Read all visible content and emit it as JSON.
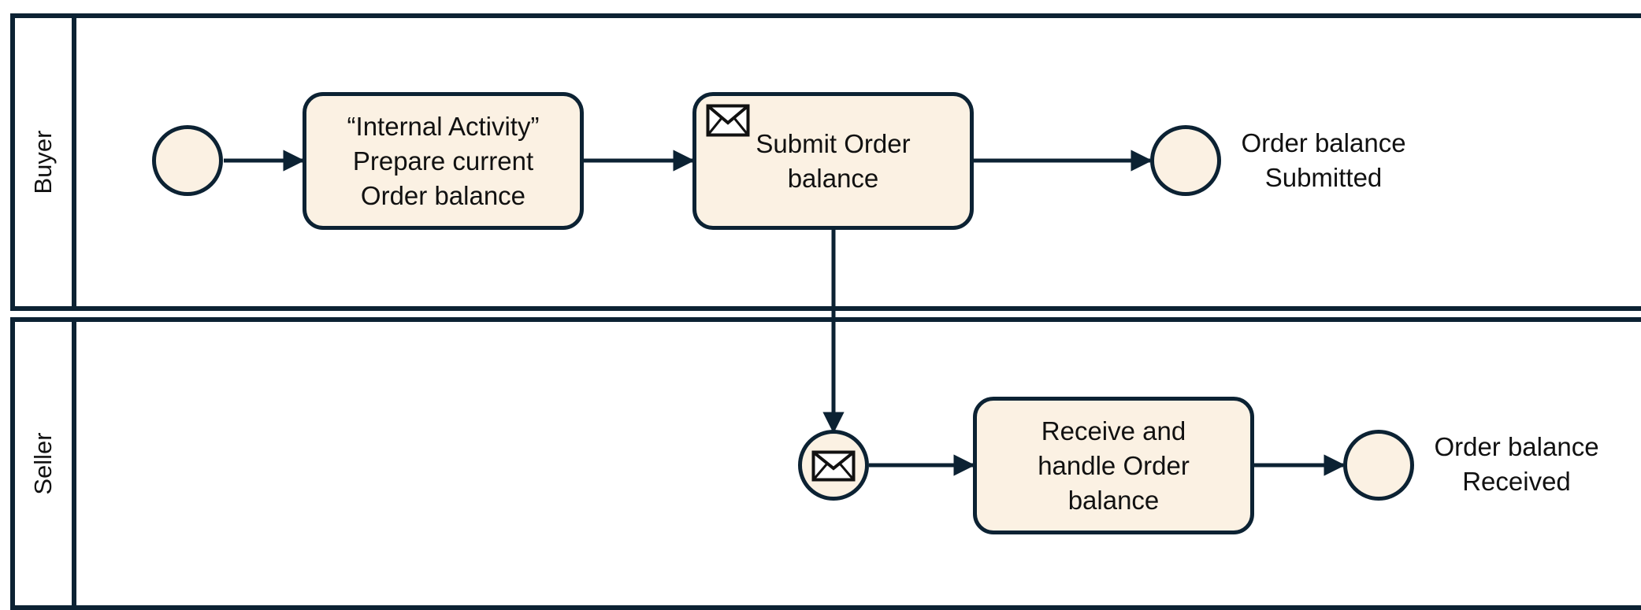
{
  "lanes": {
    "buyer": {
      "label": "Buyer"
    },
    "seller": {
      "label": "Seller"
    }
  },
  "tasks": {
    "prepare": {
      "label": "“Internal Activity”\nPrepare current\nOrder balance"
    },
    "submit": {
      "label": "Submit Order\nbalance",
      "icon": "envelope-icon"
    },
    "receive": {
      "label": "Receive and\nhandle Order\nbalance"
    }
  },
  "events": {
    "buyer_start": {
      "type": "start"
    },
    "buyer_end": {
      "type": "end",
      "label": "Order balance\nSubmitted"
    },
    "seller_message_start": {
      "type": "message-start",
      "icon": "envelope-icon"
    },
    "seller_end": {
      "type": "end",
      "label": "Order balance\nReceived"
    }
  },
  "colors": {
    "stroke": "#0c2233",
    "fill": "#fbf1e3",
    "background": "#ffffff"
  }
}
